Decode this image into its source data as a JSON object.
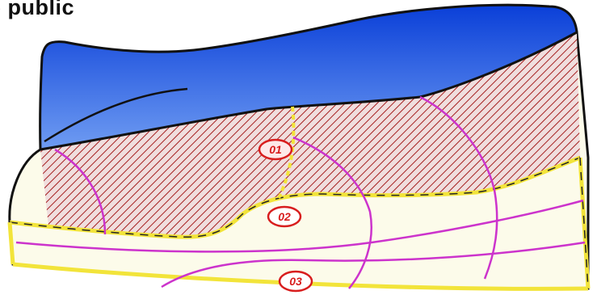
{
  "caption": "e public",
  "zones": [
    {
      "label": "01"
    },
    {
      "label": "02"
    },
    {
      "label": "03"
    }
  ],
  "colors": {
    "water_top": "#0a3fd8",
    "water_bottom": "#6f9cf2",
    "hatch": "#a51e1e",
    "hatch_bg": "#f0dede",
    "ground": "#fcfbea",
    "flow_lines": "#cc33cc",
    "boundary": "#f2e43a",
    "label_ring": "#d81e1e",
    "outline": "#111111"
  }
}
